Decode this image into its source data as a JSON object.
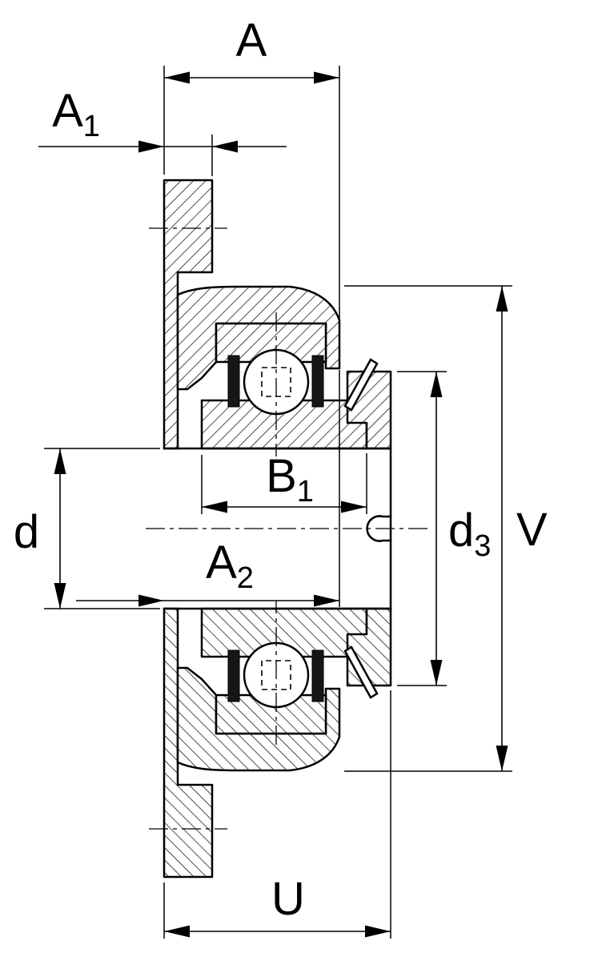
{
  "labels": {
    "A": {
      "base": "A",
      "sub": ""
    },
    "A1": {
      "base": "A",
      "sub": "1"
    },
    "A2": {
      "base": "A",
      "sub": "2"
    },
    "B1": {
      "base": "B",
      "sub": "1"
    },
    "d": {
      "base": "d",
      "sub": ""
    },
    "d3": {
      "base": "d",
      "sub": "3"
    },
    "V": {
      "base": "V",
      "sub": ""
    },
    "U": {
      "base": "U",
      "sub": ""
    }
  },
  "colors": {
    "line": "#000000",
    "background": "#ffffff",
    "seal_fill": "#161616"
  }
}
